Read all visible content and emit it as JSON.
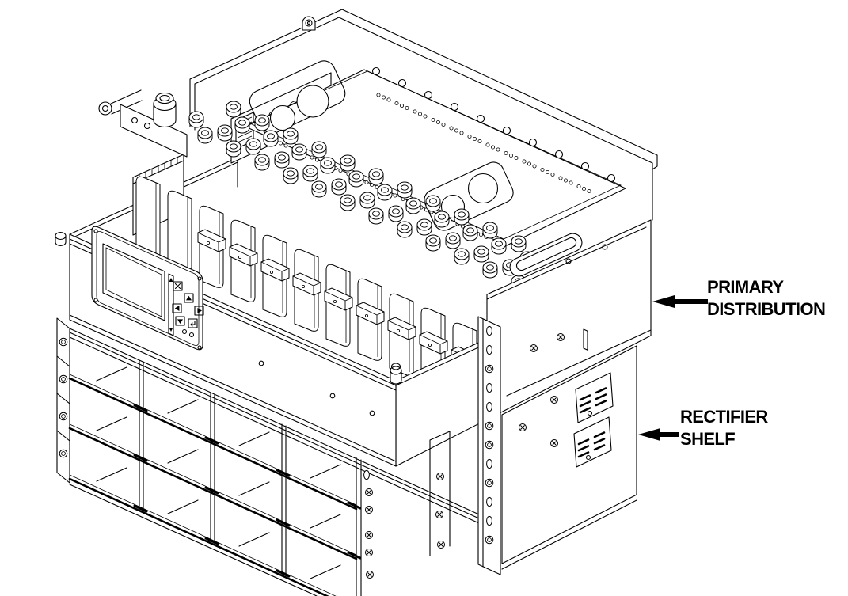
{
  "figure": {
    "type": "isometric-line-drawing",
    "background_color": "#ffffff",
    "line_color": "#000000",
    "callouts": [
      {
        "id": "primary-distribution",
        "lines": [
          "PRIMARY",
          "DISTRIBUTION"
        ]
      },
      {
        "id": "rectifier-shelf",
        "lines": [
          "RECTIFIER",
          "SHELF"
        ]
      }
    ],
    "parts": [
      "primary-distribution-unit",
      "rectifier-shelf-unit",
      "display-keypad-module",
      "lcd-screen",
      "keypad-arrow-buttons",
      "status-leds",
      "output-terminal-studs",
      "busbar-divider-plates",
      "ventilated-top-cover",
      "controller-board",
      "battery-stud",
      "cable-handle",
      "rack-mount-bracket",
      "right-side-panel",
      "product-labels",
      "mounting-ear",
      "rectifier-bays",
      "left-end-wall"
    ]
  }
}
